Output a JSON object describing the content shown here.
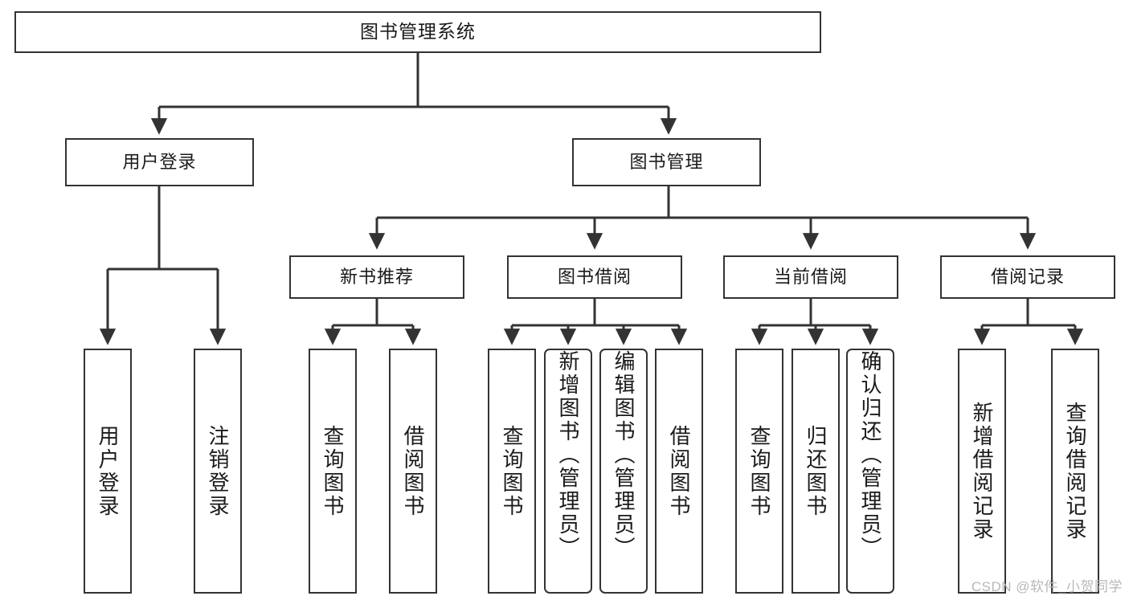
{
  "diagram": {
    "title": "图书管理系统",
    "type": "tree-hierarchy",
    "root": {
      "label": "图书管理系统"
    },
    "level2": [
      {
        "label": "用户登录"
      },
      {
        "label": "图书管理"
      }
    ],
    "level3": [
      {
        "label": "新书推荐"
      },
      {
        "label": "图书借阅"
      },
      {
        "label": "当前借阅"
      },
      {
        "label": "借阅记录"
      }
    ],
    "leaves": {
      "user_login": [
        {
          "label": "用户登录"
        },
        {
          "label": "注销登录"
        }
      ],
      "new_book_recommend": [
        {
          "label": "查询图书"
        },
        {
          "label": "借阅图书"
        }
      ],
      "book_borrow": [
        {
          "label": "查询图书"
        },
        {
          "label": "新增图书（管理员）"
        },
        {
          "label": "编辑图书（管理员）"
        },
        {
          "label": "借阅图书"
        }
      ],
      "current_borrow": [
        {
          "label": "查询图书"
        },
        {
          "label": "归还图书"
        },
        {
          "label": "确认归还（管理员）"
        }
      ],
      "borrow_records": [
        {
          "label": "新增借阅记录"
        },
        {
          "label": "查询借阅记录"
        }
      ]
    }
  },
  "watermark": {
    "text": "CSDN @软件_小贺同学"
  },
  "colors": {
    "stroke": "#333333",
    "box_fill": "#ffffff",
    "text": "#1a1a1a",
    "watermark": "#b8b8b8",
    "background": "#ffffff"
  }
}
